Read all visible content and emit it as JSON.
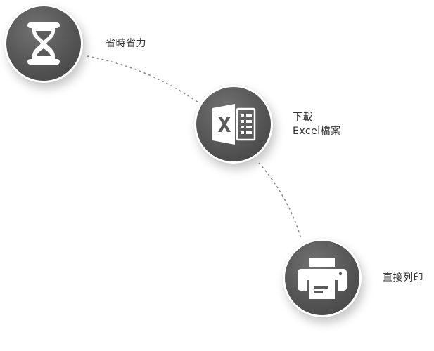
{
  "features": [
    {
      "id": "save-time",
      "icon": "hourglass-icon",
      "lines": [
        "省時省力"
      ]
    },
    {
      "id": "download-excel",
      "icon": "excel-icon",
      "lines": [
        "下載",
        "Excel檔案"
      ]
    },
    {
      "id": "print",
      "icon": "printer-icon",
      "lines": [
        "直接列印"
      ]
    }
  ],
  "colors": {
    "badge_fill": "#5a5a5a",
    "icon": "#ffffff",
    "connector": "#8a8a8a",
    "text": "#333333"
  }
}
